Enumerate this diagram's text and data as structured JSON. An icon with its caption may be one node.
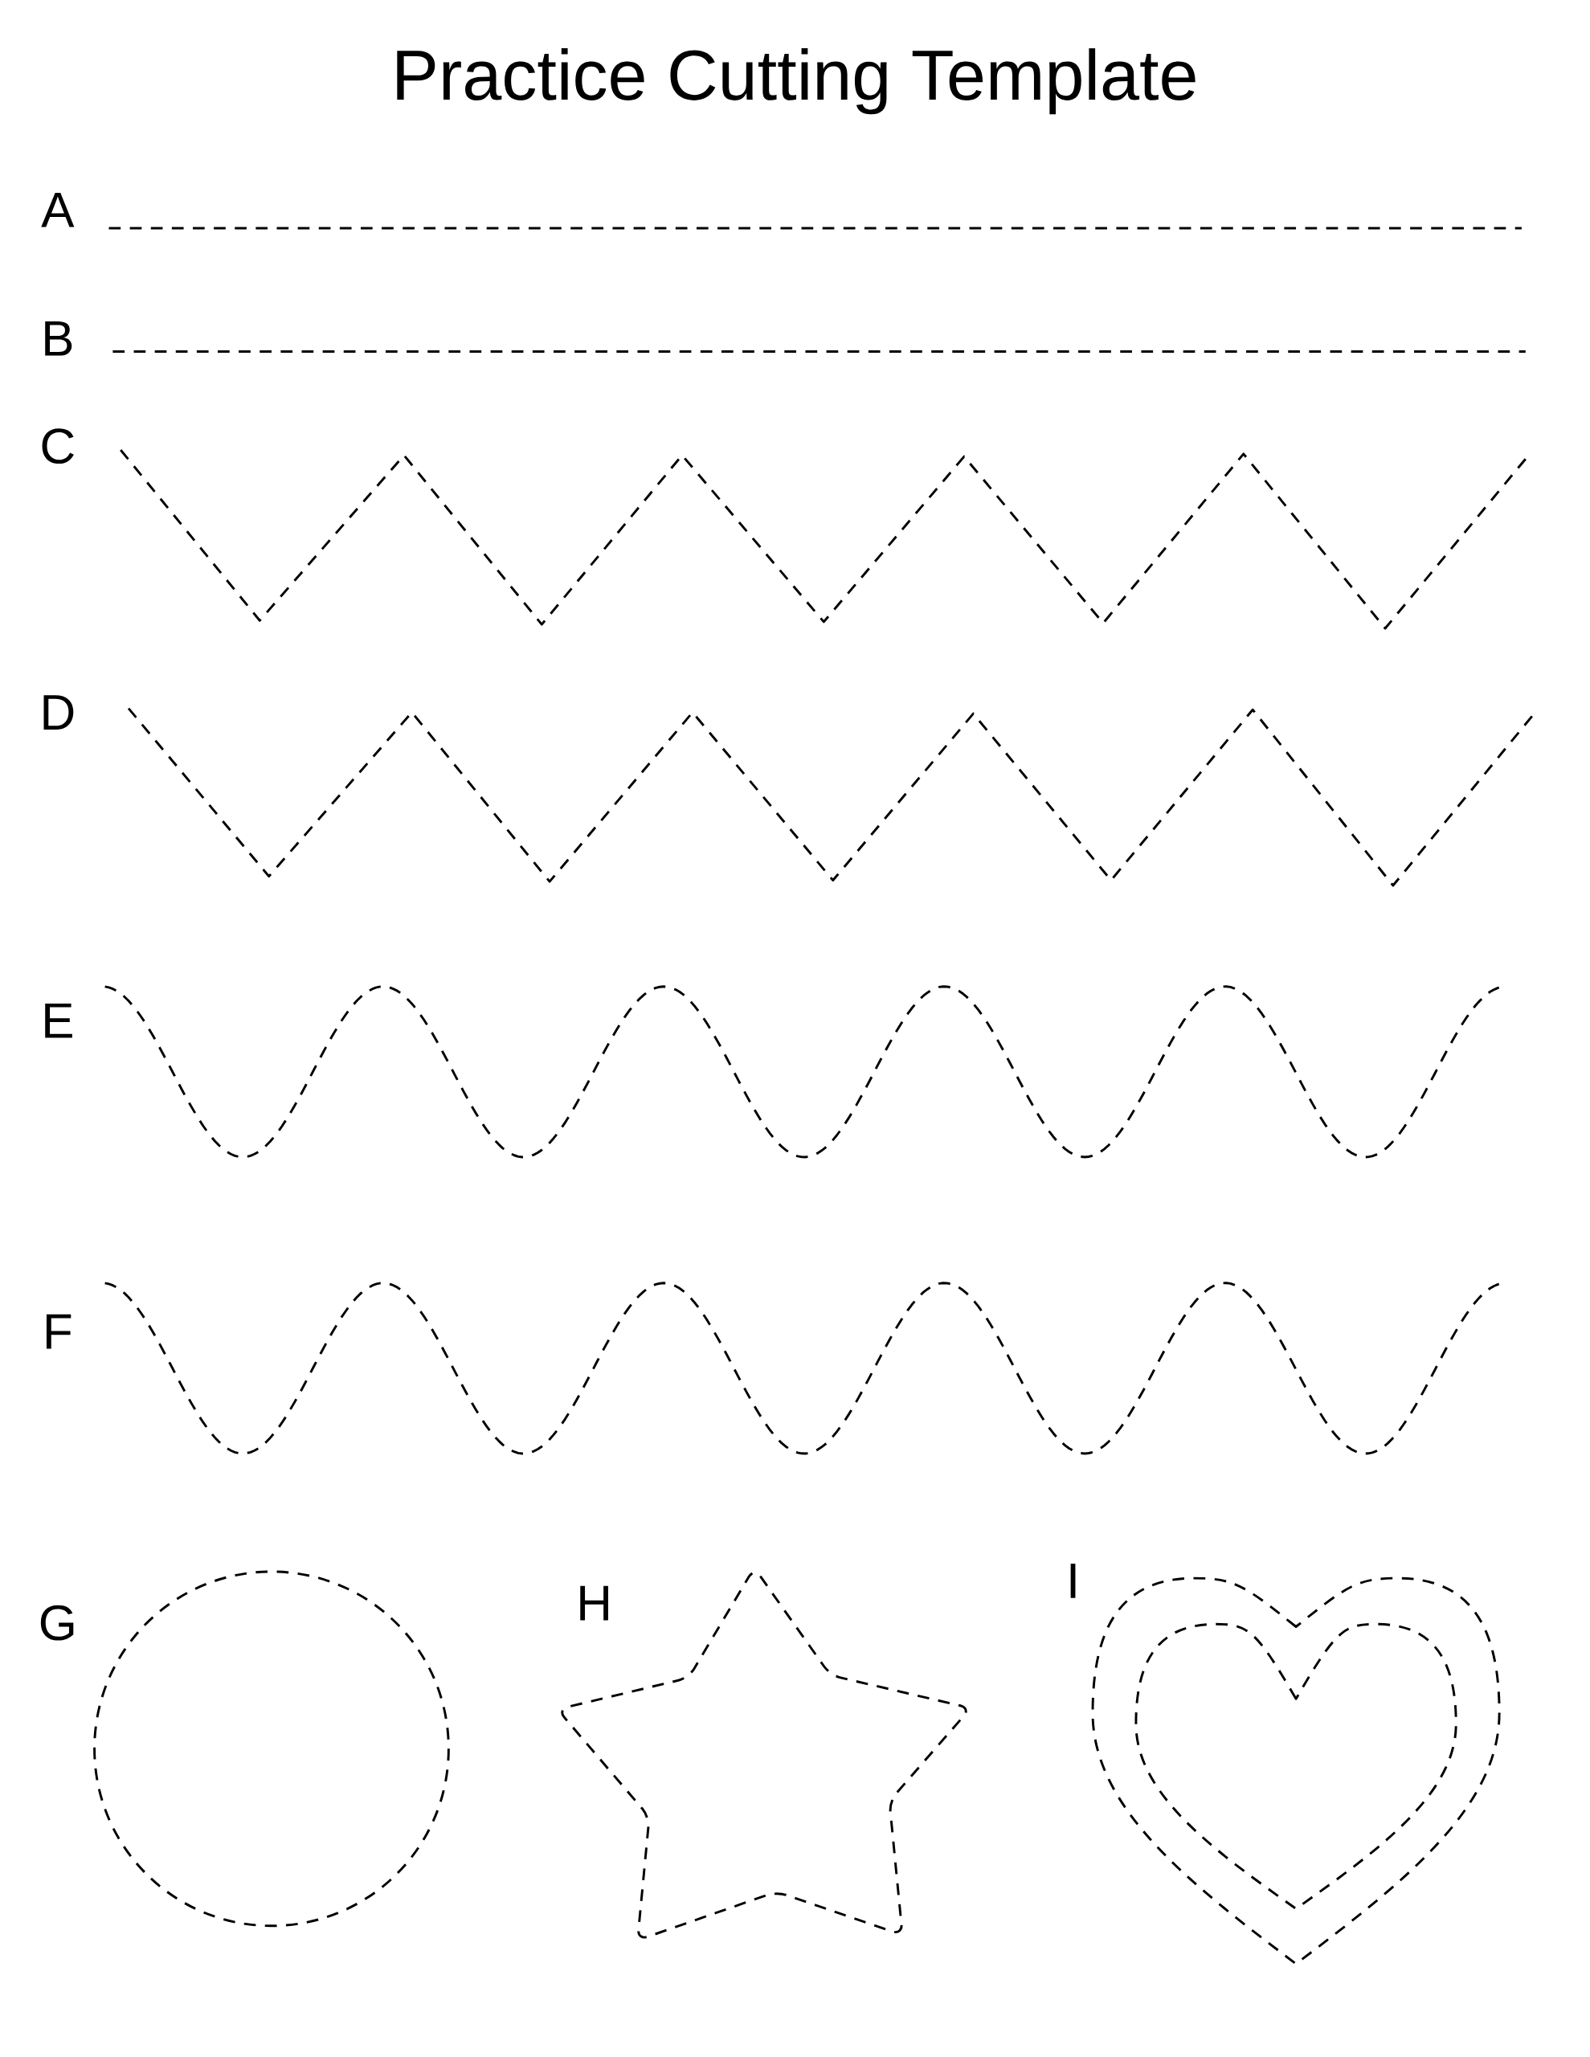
{
  "diagram": {
    "title": "Practice Cutting Template",
    "labels": [
      "A",
      "B",
      "C",
      "D",
      "E",
      "F",
      "G",
      "H",
      "I"
    ]
  }
}
